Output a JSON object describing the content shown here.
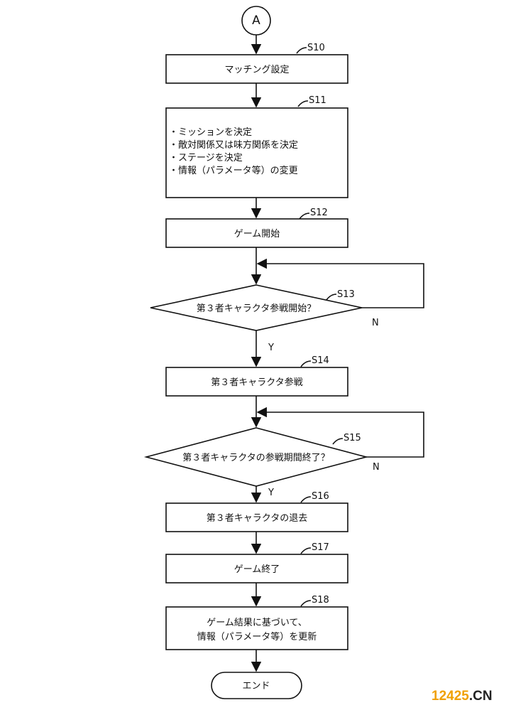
{
  "connector": {
    "label": "A"
  },
  "steps": {
    "s10": {
      "id": "S10",
      "text": "マッチング設定"
    },
    "s11": {
      "id": "S11",
      "lines": [
        "・ミッションを決定",
        "・敵対関係又は味方関係を決定",
        "・ステージを決定",
        "・情報（パラメータ等）の変更"
      ]
    },
    "s12": {
      "id": "S12",
      "text": "ゲーム開始"
    },
    "s13": {
      "id": "S13",
      "text": "第３者キャラクタ参戦開始？",
      "no": "N",
      "yes": "Y"
    },
    "s14": {
      "id": "S14",
      "text": "第３者キャラクタ参戦"
    },
    "s15": {
      "id": "S15",
      "text": "第３者キャラクタの参戦期間終了？",
      "no": "N",
      "yes": "Y"
    },
    "s16": {
      "id": "S16",
      "text": "第３者キャラクタの退去"
    },
    "s17": {
      "id": "S17",
      "text": "ゲーム終了"
    },
    "s18": {
      "id": "S18",
      "lines": [
        "ゲーム結果に基づいて、",
        "情報（パラメータ等）を更新"
      ]
    }
  },
  "end": {
    "label": "エンド"
  },
  "watermark": {
    "number": "12425",
    "suffix": ".CN"
  }
}
